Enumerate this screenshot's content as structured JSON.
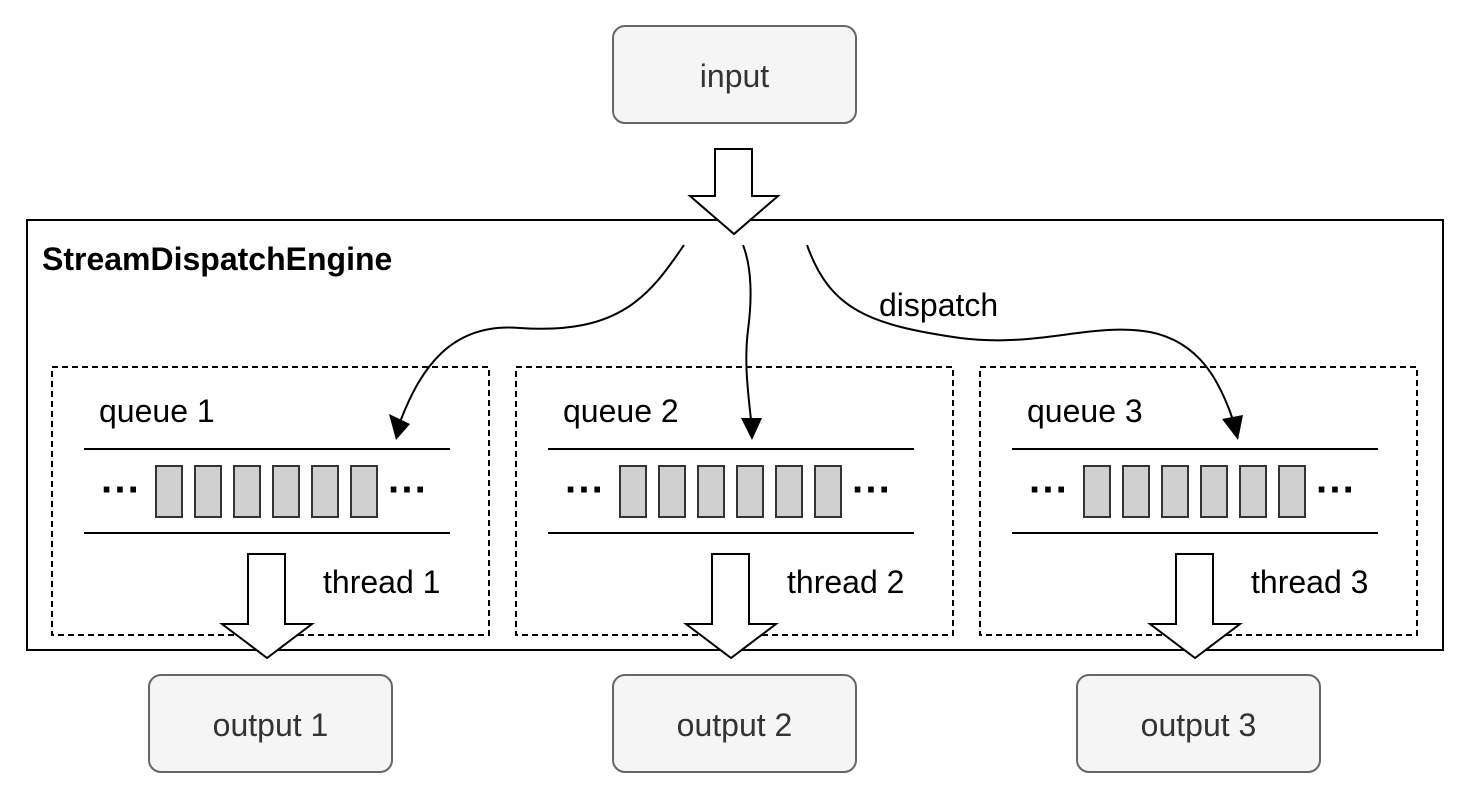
{
  "input": {
    "label": "input"
  },
  "engine": {
    "title": "StreamDispatchEngine"
  },
  "dispatch": {
    "label": "dispatch"
  },
  "lanes": [
    {
      "queue_label": "queue 1",
      "thread_label": "thread 1",
      "output_label": "output 1",
      "left_dots": "···",
      "right_dots": "···",
      "cells": 6
    },
    {
      "queue_label": "queue 2",
      "thread_label": "thread 2",
      "output_label": "output 2",
      "left_dots": "···",
      "right_dots": "···",
      "cells": 6
    },
    {
      "queue_label": "queue 3",
      "thread_label": "thread 3",
      "output_label": "output 3",
      "left_dots": "···",
      "right_dots": "···",
      "cells": 6
    }
  ],
  "colors": {
    "node_fill": "#f5f5f5",
    "node_stroke": "#666666",
    "cell_fill": "#d0d0d0",
    "line": "#000000"
  }
}
